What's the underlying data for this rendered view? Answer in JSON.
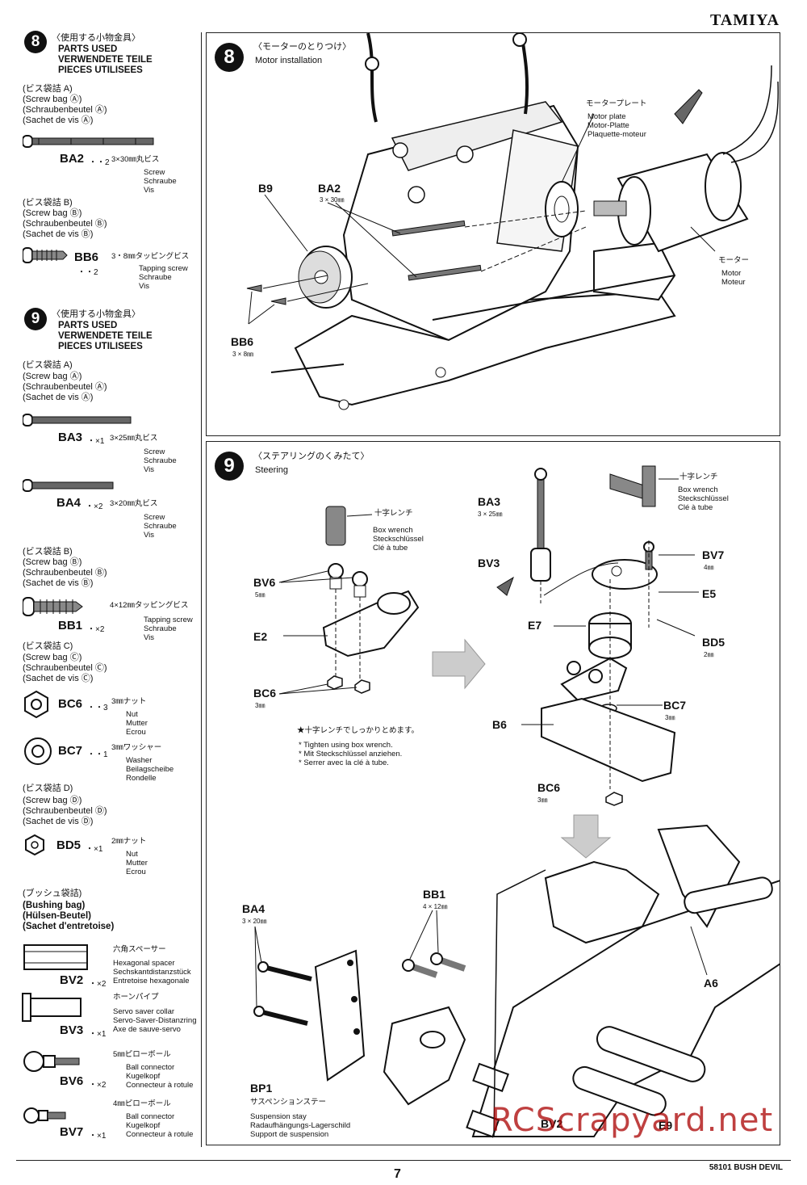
{
  "brand": "TAMIYA",
  "page_number": "7",
  "model_code": "58101 BUSH DEVIL",
  "watermark": "RCScrapyard.net",
  "left": {
    "s8": {
      "num": "8",
      "jp": "〈使用する小物金具〉",
      "l1": "PARTS USED",
      "l2": "VERWENDETE TEILE",
      "l3": "PIECES UTILISEES",
      "bagA": {
        "jp": "(ビス袋詰 A)",
        "l1": "(Screw bag Ⓐ)",
        "l2": "(Schraubenbeutel Ⓐ)",
        "l3": "(Sachet de vis Ⓐ)"
      },
      "ba2": {
        "code": "BA2",
        "qty": "・・2",
        "spec": "3×30㎜丸ビス",
        "d1": "Screw",
        "d2": "Schraube",
        "d3": "Vis"
      },
      "bagB": {
        "jp": "(ビス袋詰 B)",
        "l1": "(Screw bag Ⓑ)",
        "l2": "(Schraubenbeutel Ⓑ)",
        "l3": "(Sachet de vis Ⓑ)"
      },
      "bb6": {
        "code": "BB6",
        "qty": "・・2",
        "spec": "3・8㎜タッピングビス",
        "d1": "Tapping screw",
        "d2": "Schraube",
        "d3": "Vis"
      }
    },
    "s9": {
      "num": "9",
      "jp": "〈使用する小物金具〉",
      "l1": "PARTS USED",
      "l2": "VERWENDETE TEILE",
      "l3": "PIECES UTILISEES",
      "bagA": {
        "jp": "(ビス袋詰 A)",
        "l1": "(Screw bag Ⓐ)",
        "l2": "(Schraubenbeutel Ⓐ)",
        "l3": "(Sachet de vis Ⓐ)"
      },
      "ba3": {
        "code": "BA3",
        "qty": "・×1",
        "spec": "3×25㎜丸ビス",
        "d1": "Screw",
        "d2": "Schraube",
        "d3": "Vis"
      },
      "ba4": {
        "code": "BA4",
        "qty": "・×2",
        "spec": "3×20㎜丸ビス",
        "d1": "Screw",
        "d2": "Schraube",
        "d3": "Vis"
      },
      "bagB": {
        "jp": "(ビス袋詰 B)",
        "l1": "(Screw bag Ⓑ)",
        "l2": "(Schraubenbeutel Ⓑ)",
        "l3": "(Sachet de vis Ⓑ)"
      },
      "bb1": {
        "code": "BB1",
        "qty": "・×2",
        "spec": "4×12㎜タッピングビス",
        "d1": "Tapping screw",
        "d2": "Schraube",
        "d3": "Vis"
      },
      "bagC": {
        "jp": "(ビス袋詰 C)",
        "l1": "(Screw bag Ⓒ)",
        "l2": "(Schraubenbeutel Ⓒ)",
        "l3": "(Sachet de vis Ⓒ)"
      },
      "bc6": {
        "code": "BC6",
        "qty": "・・3",
        "spec": "3㎜ナット",
        "d1": "Nut",
        "d2": "Mutter",
        "d3": "Ecrou"
      },
      "bc7": {
        "code": "BC7",
        "qty": "・・1",
        "spec": "3㎜ワッシャー",
        "d1": "Washer",
        "d2": "Beilagscheibe",
        "d3": "Rondelle"
      },
      "bagD": {
        "jp": "(ビス袋詰 D)",
        "l1": "(Screw bag Ⓓ)",
        "l2": "(Schraubenbeutel Ⓓ)",
        "l3": "(Sachet de vis Ⓓ)"
      },
      "bd5": {
        "code": "BD5",
        "qty": "・×1",
        "spec": "2㎜ナット",
        "d1": "Nut",
        "d2": "Mutter",
        "d3": "Ecrou"
      },
      "bush": {
        "jp": "(ブッシュ袋詰)",
        "l1": "(Bushing bag)",
        "l2": "(Hülsen-Beutel)",
        "l3": "(Sachet d'entretoise)"
      },
      "bv2": {
        "code": "BV2",
        "qty": "・×2",
        "jp": "六角スペーサー",
        "d1": "Hexagonal spacer",
        "d2": "Sechskantdistanzstück",
        "d3": "Entretoise hexagonale"
      },
      "bv3": {
        "code": "BV3",
        "qty": "・×1",
        "jp": "ホーンパイプ",
        "d1": "Servo saver collar",
        "d2": "Servo-Saver-Distanzring",
        "d3": "Axe de sauve-servo"
      },
      "bv6": {
        "code": "BV6",
        "qty": "・×2",
        "jp": "5㎜ピローボール",
        "d1": "Ball connector",
        "d2": "Kugelkopf",
        "d3": "Connecteur à rotule"
      },
      "bv7": {
        "code": "BV7",
        "qty": "・×1",
        "jp": "4㎜ピローボール",
        "d1": "Ball connector",
        "d2": "Kugelkopf",
        "d3": "Connecteur à rotule"
      }
    }
  },
  "p8": {
    "num": "8",
    "jp": "〈モーターのとりつけ〉",
    "title": "Motor installation",
    "plate": {
      "jp": "モータープレート",
      "l1": "Motor plate",
      "l2": "Motor-Platte",
      "l3": "Plaquette-moteur"
    },
    "motor": {
      "jp": "モーター",
      "l1": "Motor",
      "l2": "Moteur"
    },
    "b9": "B9",
    "ba2": "BA2",
    "ba2sub": "3 × 30㎜",
    "bb6": "BB6",
    "bb6sub": "3 × 8㎜"
  },
  "p9": {
    "num": "9",
    "jp": "〈ステアリングのくみたて〉",
    "title": "Steering",
    "wrenchA": {
      "jp": "十字レンチ",
      "l1": "Box wrench",
      "l2": "Steckschlüssel",
      "l3": "Clé à tube"
    },
    "wrenchB": {
      "jp": "十字レンチ",
      "l1": "Box wrench",
      "l2": "Steckschlüssel",
      "l3": "Clé à tube"
    },
    "note": {
      "jp": "★十字レンチでしっかりとめます。",
      "l1": "* Tighten using box wrench.",
      "l2": "* Mit Steckschlüssel anziehen.",
      "l3": "* Serrer avec la clé à tube."
    },
    "bv6": "BV6",
    "bv6sub": "5㎜",
    "e2": "E2",
    "bc6": "BC6",
    "bc6sub": "3㎜",
    "ba3": "BA3",
    "ba3sub": "3 × 25㎜",
    "bv3": "BV3",
    "e7": "E7",
    "bv7": "BV7",
    "bv7sub": "4㎜",
    "e5": "E5",
    "bd5": "BD5",
    "bd5sub": "2㎜",
    "bc7": "BC7",
    "bc7sub": "3㎜",
    "b6": "B6",
    "bc6b": "BC6",
    "bc6bsub": "3㎜",
    "ba4": "BA4",
    "ba4sub": "3 × 20㎜",
    "bb1": "BB1",
    "bb1sub": "4 × 12㎜",
    "a6": "A6",
    "bp1": "BP1",
    "stay": {
      "jp": "サスペンションステー",
      "l1": "Suspension stay",
      "l2": "Radaufhängungs-Lagerschild",
      "l3": "Support de suspension"
    },
    "bv2": "BV2",
    "e9": "E9"
  }
}
